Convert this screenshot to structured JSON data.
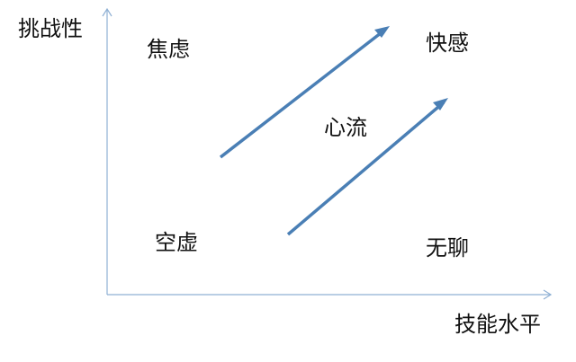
{
  "axes": {
    "y_label": "挑战性",
    "x_label": "技能水平",
    "color": "#8fb0d4"
  },
  "regions": {
    "anxiety": "焦虑",
    "pleasure": "快感",
    "flow": "心流",
    "emptiness": "空虚",
    "boredom": "无聊"
  },
  "arrow_color": "#4a7fb5"
}
